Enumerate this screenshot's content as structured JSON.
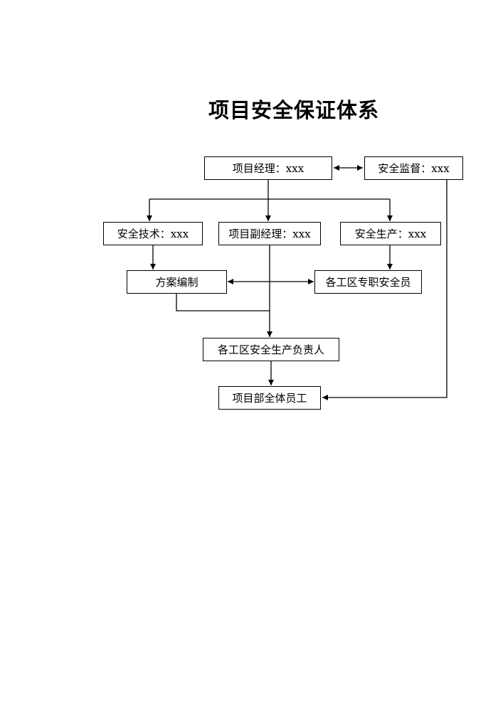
{
  "title": "项目安全保证体系",
  "nodes": {
    "project_manager": "项目经理：xxx",
    "safety_supervision": "安全监督：xxx",
    "safety_technology": "安全技术：xxx",
    "deputy_project_manager": "项目副经理：xxx",
    "safety_production": "安全生产：xxx",
    "plan_preparation": "方案编制",
    "zone_safety_officers": "各工区专职安全员",
    "zone_production_leaders": "各工区安全生产负责人",
    "all_project_staff": "项目部全体员工"
  },
  "colors": {
    "ink": "#000000",
    "background": "#ffffff"
  }
}
